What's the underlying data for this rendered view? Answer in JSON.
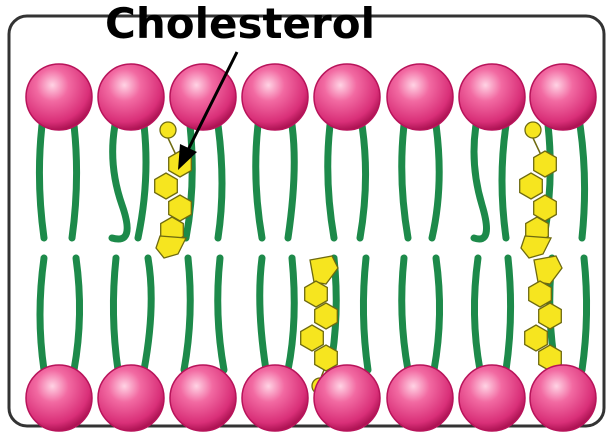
{
  "diagram": {
    "label": "Cholesterol"
  },
  "colors": {
    "background": "#ffffff",
    "frame": "#333333",
    "phospholipid_head": "#e7488a",
    "phospholipid_head_dark": "#b8135a",
    "phospholipid_head_light": "#ffc6dc",
    "fatty_acid_tail": "#1d8a4a",
    "cholesterol_fill": "#f6e51f",
    "cholesterol_stroke": "#6e6a10",
    "pointer": "#000000"
  },
  "icons": {
    "phospholipid_head": "pink-sphere",
    "fatty_acid_tail": "green-wavy-line",
    "cholesterol": "yellow-ring-chain",
    "pointer": "arrow"
  }
}
